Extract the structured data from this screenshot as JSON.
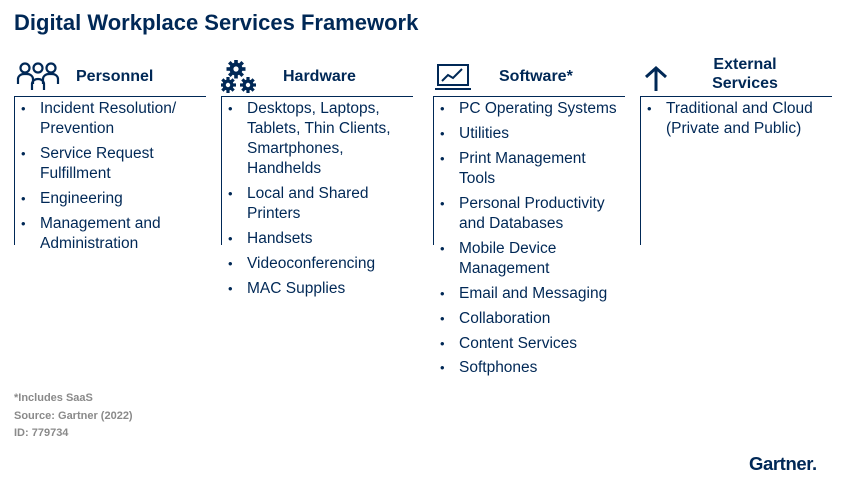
{
  "title": "Digital Workplace Services Framework",
  "columns": [
    {
      "heading": "Personnel",
      "icon": "people-icon",
      "items": [
        "Incident Resolution/ Prevention",
        "Service Request Fulfillment",
        "Engineering",
        "Management and Administration"
      ]
    },
    {
      "heading": "Hardware",
      "icon": "gears-icon",
      "items": [
        "Desktops, Laptops, Tablets, Thin Clients, Smartphones, Handhelds",
        "Local and Shared Printers",
        "Handsets",
        "Videoconferencing",
        "MAC Supplies"
      ]
    },
    {
      "heading": "Software*",
      "icon": "monitor-chart-icon",
      "items": [
        "PC Operating Systems",
        "Utilities",
        "Print Management Tools",
        "Personal Productivity and Databases",
        "Mobile Device Management",
        "Email and Messaging",
        "Collaboration",
        "Content Services",
        "Softphones"
      ]
    },
    {
      "heading_line1": "External",
      "heading_line2": "Services",
      "icon": "upload-arrow-icon",
      "items": [
        "Traditional and Cloud (Private and Public)"
      ]
    }
  ],
  "footnotes": {
    "note": "*Includes SaaS",
    "source": "Source: Gartner (2022)",
    "id": "ID: 779734"
  },
  "logo": {
    "text": "Gartner",
    "dot": "."
  },
  "colors": {
    "navy": "#002856",
    "gray_text": "#8a8a8a"
  }
}
